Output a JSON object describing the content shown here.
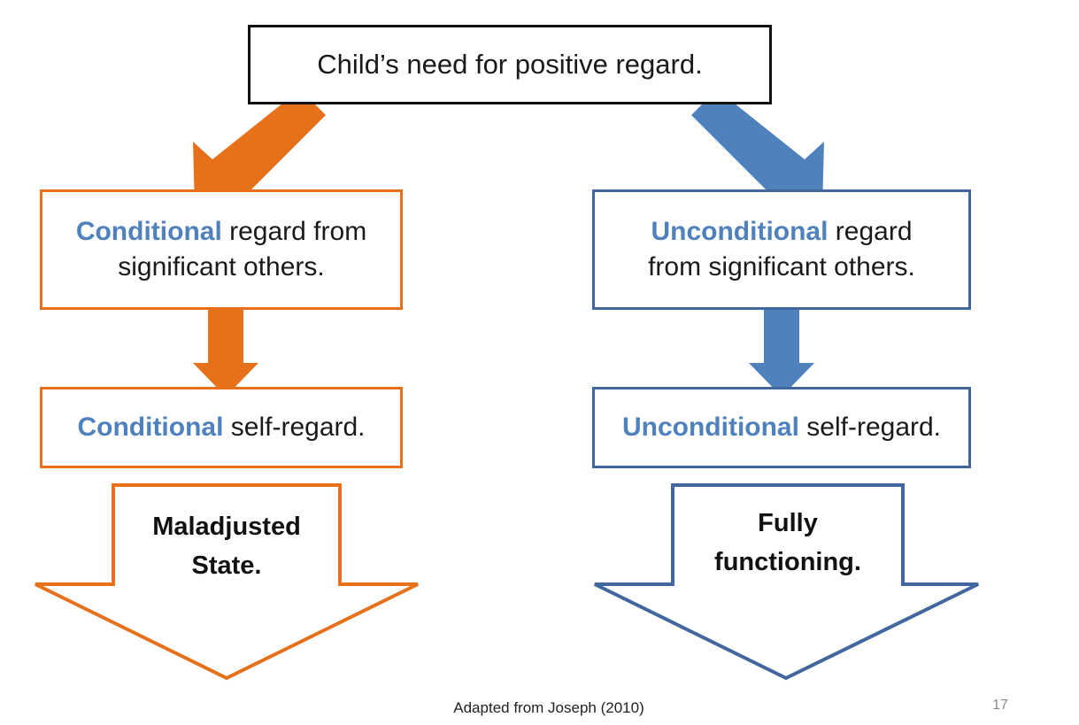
{
  "colors": {
    "orange": "#E7711B",
    "blue": "#4F81BD",
    "blue_border": "#41679E",
    "keyword_blue": "#4F81BD",
    "top_border": "#111111"
  },
  "top": {
    "text": "Child’s need for positive regard."
  },
  "left": {
    "regard": {
      "keyword": "Conditional",
      "line1_rest": " regard from",
      "line2": "significant others."
    },
    "self": {
      "keyword": "Conditional",
      "rest": " self-regard."
    },
    "outcome": {
      "line1": "Maladjusted",
      "line2": "State."
    }
  },
  "right": {
    "regard": {
      "keyword": "Unconditional",
      "line1_rest": " regard",
      "line2": "from significant others."
    },
    "self": {
      "keyword": "Unconditional",
      "rest": " self-regard."
    },
    "outcome": {
      "line1": "Fully",
      "line2": "functioning."
    }
  },
  "footer": {
    "caption": "Adapted from Joseph (2010)",
    "page_number": "17"
  }
}
